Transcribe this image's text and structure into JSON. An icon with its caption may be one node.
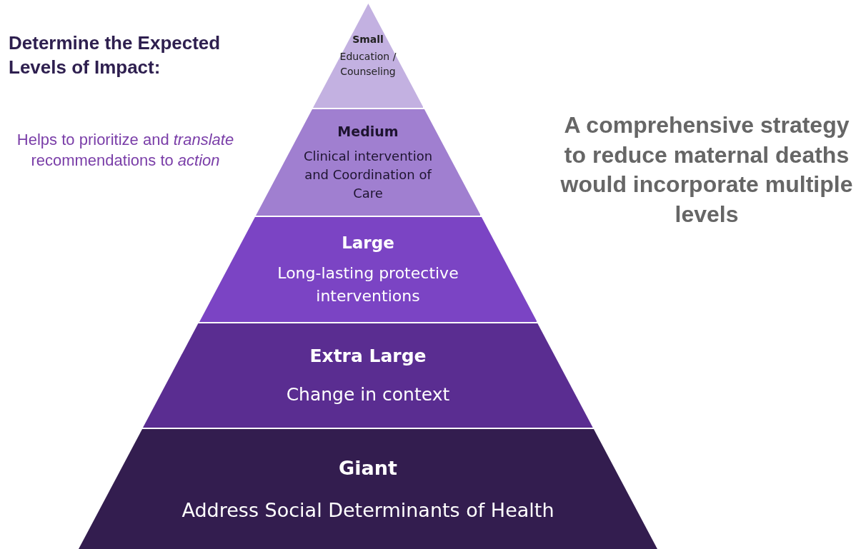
{
  "diagram": {
    "nodes": [
      {
        "text": [
          "Small",
          "Education / Counseling"
        ]
      },
      {
        "text": [
          "Medium",
          "Clinical intervention and Coordination of Care"
        ]
      },
      {
        "text": [
          "Large",
          "Long-lasting protective interventions"
        ]
      },
      {
        "text": [
          "Extra Large",
          "Change in context"
        ]
      },
      {
        "text": [
          "Giant",
          "Address Social Determinants of Health"
        ]
      }
    ],
    "labels": [
      "Determine the Expected Levels of Impact:",
      "Helps to prioritize and *translate* recommendations to *action*",
      "A comprehensive strategy to reduce maternal deaths would incorporate multiple levels"
    ]
  }
}
